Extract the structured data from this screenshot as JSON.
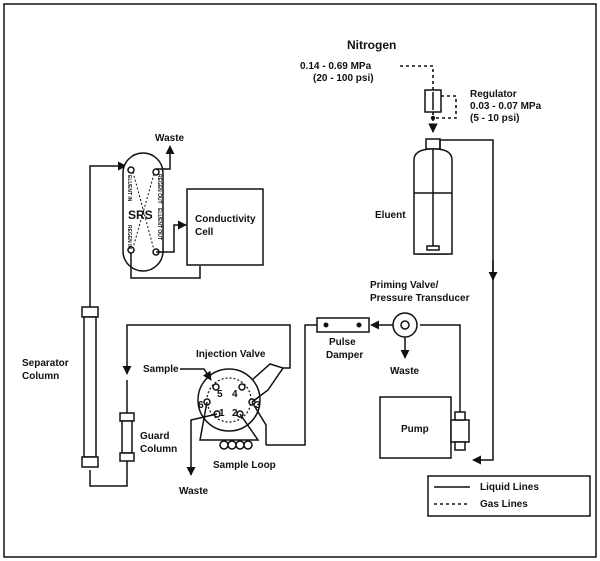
{
  "labels": {
    "nitrogen": "Nitrogen",
    "nitrogen_pressure_mpa": "0.14 - 0.69 MPa",
    "nitrogen_pressure_psi": "(20 - 100 psi)",
    "regulator": "Regulator",
    "regulator_mpa": "0.03 - 0.07 MPa",
    "regulator_psi": "(5 - 10 psi)",
    "eluent": "Eluent",
    "waste_top": "Waste",
    "srs": "SRS",
    "regen_out": "REGEN OUT",
    "eluent_out": "ELUENT OUT",
    "eluent_in": "ELUENT IN",
    "regen_in": "REGEN IN",
    "conductivity_line1": "Conductivity",
    "conductivity_line2": "Cell",
    "priming_line1": "Priming Valve/",
    "priming_line2": "Pressure Transducer",
    "pulse_line1": "Pulse",
    "pulse_line2": "Damper",
    "waste_pump": "Waste",
    "pump": "Pump",
    "separator_line1": "Separator",
    "separator_line2": "Column",
    "sample": "Sample",
    "injection_valve": "Injection Valve",
    "port_1": "1",
    "port_2": "2",
    "port_3": "3",
    "port_4": "4",
    "port_5": "5",
    "port_6": "6",
    "guard_line1": "Guard",
    "guard_line2": "Column",
    "sample_loop": "Sample Loop",
    "waste_bottom": "Waste"
  },
  "legend": {
    "liquid": "Liquid Lines",
    "gas": "Gas Lines"
  }
}
